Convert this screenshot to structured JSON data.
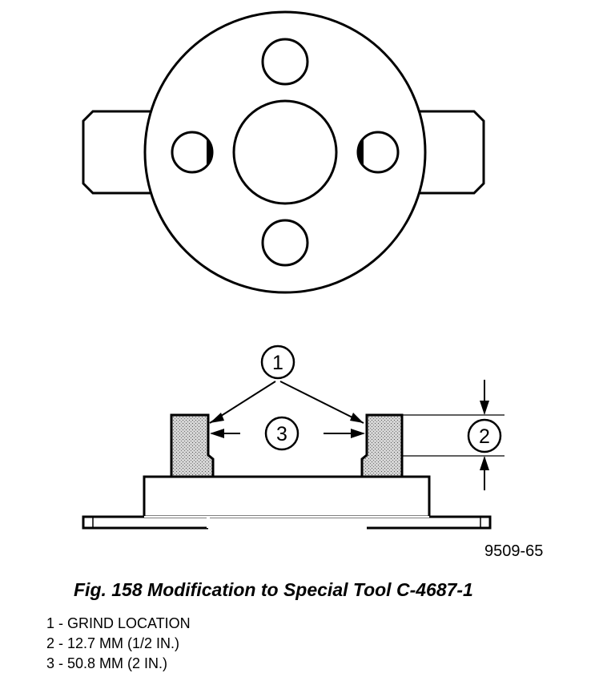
{
  "figure": {
    "drawing_id": "9509-65",
    "caption": "Fig. 158 Modification to Special Tool C-4687-1"
  },
  "callouts": [
    "1",
    "2",
    "3"
  ],
  "legend": [
    "1 - GRIND LOCATION",
    "2 - 12.7 MM (1/2 IN.)",
    "3 - 50.8 MM (2 IN.)"
  ],
  "colors": {
    "line": "#000000",
    "grind_fill": "#c8c8c8",
    "background": "#ffffff"
  }
}
